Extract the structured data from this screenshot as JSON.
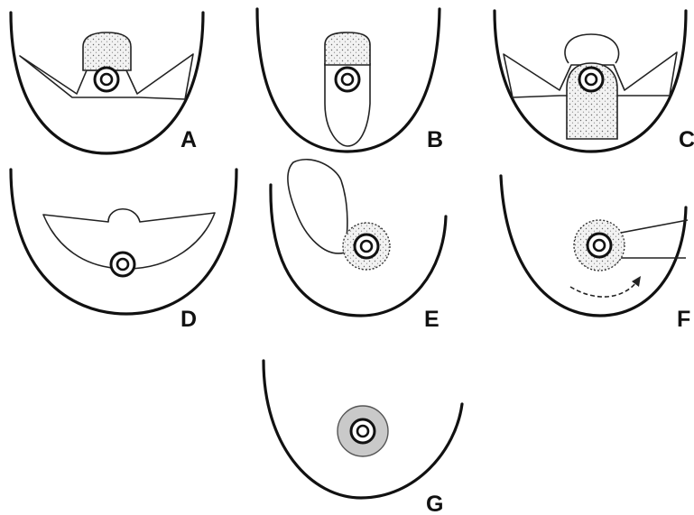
{
  "panels": [
    {
      "id": "A",
      "label": "A"
    },
    {
      "id": "B",
      "label": "B"
    },
    {
      "id": "C",
      "label": "C"
    },
    {
      "id": "D",
      "label": "D"
    },
    {
      "id": "E",
      "label": "E"
    },
    {
      "id": "F",
      "label": "F"
    },
    {
      "id": "G",
      "label": "G"
    }
  ]
}
